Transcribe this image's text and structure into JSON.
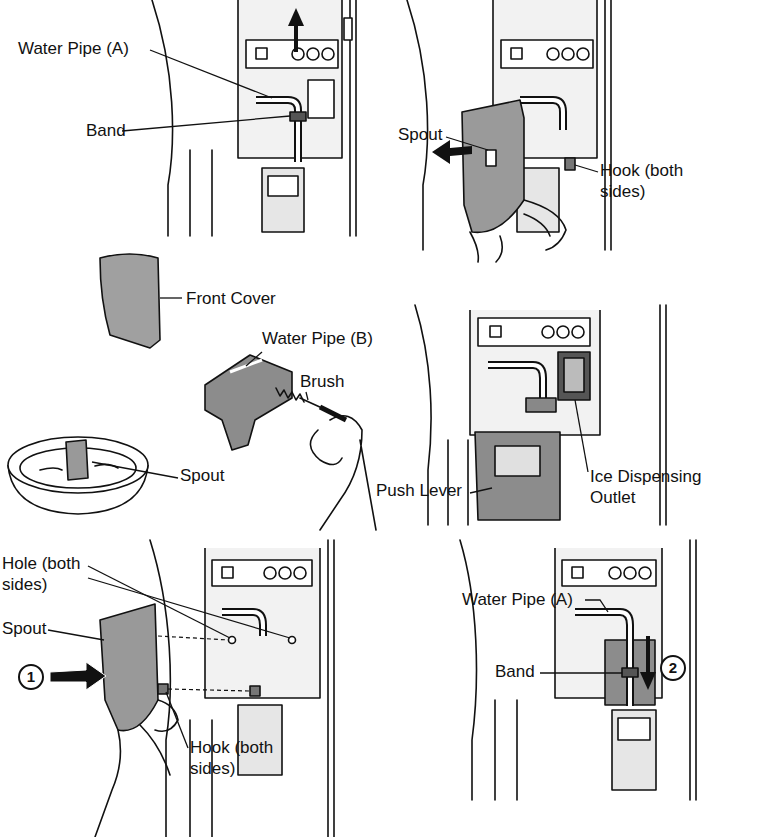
{
  "diagram": {
    "labels": [
      "Water Pipe (A)",
      "Band",
      "Spout",
      "Hook (both sides)",
      "Front Cover",
      "Water Pipe (B)",
      "Brush",
      "Spout",
      "Push Lever",
      "Ice Dispensing Outlet",
      "Hole (both sides)",
      "Spout",
      "1",
      "Hook (both sides)",
      "Water Pipe (A)",
      "Band",
      "2"
    ]
  }
}
